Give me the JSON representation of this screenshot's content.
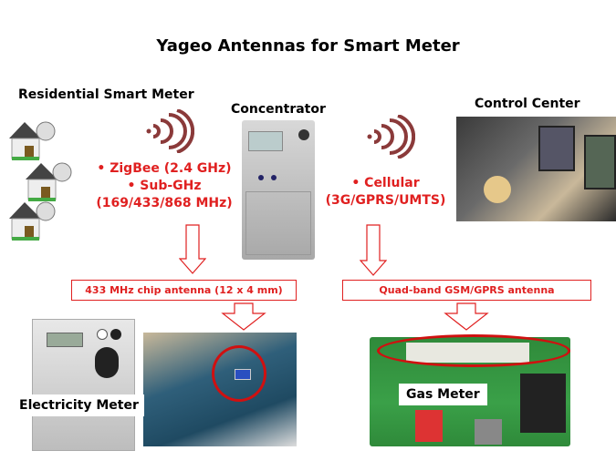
{
  "title": "Yageo Antennas for Smart Meter",
  "labels": {
    "residential": "Residential  Smart Meter",
    "concentrator": "Concentrator",
    "control_center": "Control  Center",
    "electricity_meter": "Electricity  Meter",
    "gas_meter": "Gas Meter"
  },
  "left_protocols": [
    "•  ZigBee (2.4 GHz)",
    "•  Sub-GHz",
    "(169/433/868 MHz)"
  ],
  "right_protocols": [
    "•  Cellular",
    "(3G/GPRS/UMTS)"
  ],
  "antenna_boxes": [
    "433 MHz chip antenna (12 x 4 mm)",
    "Quad-band GSM/GPRS antenna"
  ],
  "colors": {
    "accent": "#e02020",
    "wave": "#8b3a3a"
  }
}
